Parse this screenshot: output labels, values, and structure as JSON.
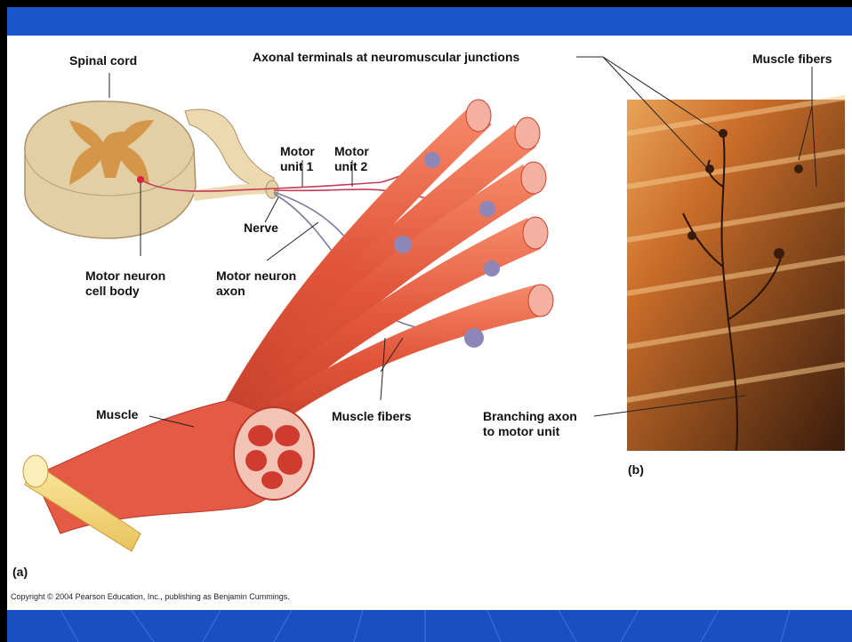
{
  "slide": {
    "colors": {
      "header": "#1a56c9",
      "footer": "#1a4fc2",
      "background": "#000000",
      "panel": "#ffffff"
    },
    "figure": {
      "labels": {
        "spinal_cord": "Spinal cord",
        "axonal_terminals": "Axonal terminals at neuromuscular junctions",
        "muscle_fibers_b": "Muscle fibers",
        "motor_unit_1": [
          "Motor",
          "unit 1"
        ],
        "motor_unit_2": [
          "Motor",
          "unit 2"
        ],
        "nerve": "Nerve",
        "motor_neuron_axon": [
          "Motor neuron",
          "axon"
        ],
        "motor_neuron_cell_body": [
          "Motor neuron",
          "cell body"
        ],
        "muscle": "Muscle",
        "muscle_fibers_a": "Muscle fibers",
        "branching_axon": [
          "Branching axon",
          "to motor unit"
        ],
        "panel_a": "(a)",
        "panel_b": "(b)"
      },
      "copyright": "Copyright © 2004 Pearson Education, Inc., publishing as Benjamin Cummings."
    }
  }
}
